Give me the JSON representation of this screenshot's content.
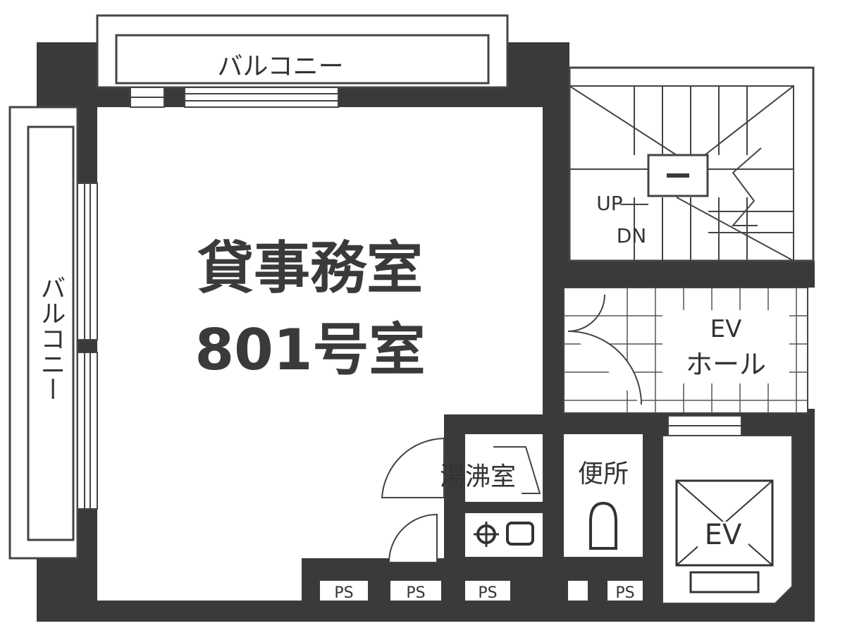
{
  "colors": {
    "wall": "#3a3a3a",
    "line": "#444444",
    "bg": "#ffffff",
    "text": "#333333"
  },
  "labels": {
    "balcony_top": "バルコニー",
    "balcony_left": "バルコニー",
    "office_line1": "貸事務室",
    "office_line2": "801号室",
    "stairs_up": "UP",
    "stairs_down": "DN",
    "ev_hall_line1": "EV",
    "ev_hall_line2": "ホール",
    "kitchenette": "湯沸室",
    "toilet": "便所",
    "elevator": "EV",
    "ps": "PS"
  },
  "icons": [
    "stove-icon",
    "sink-icon",
    "toilet-icon",
    "elevator-cross-icon"
  ]
}
